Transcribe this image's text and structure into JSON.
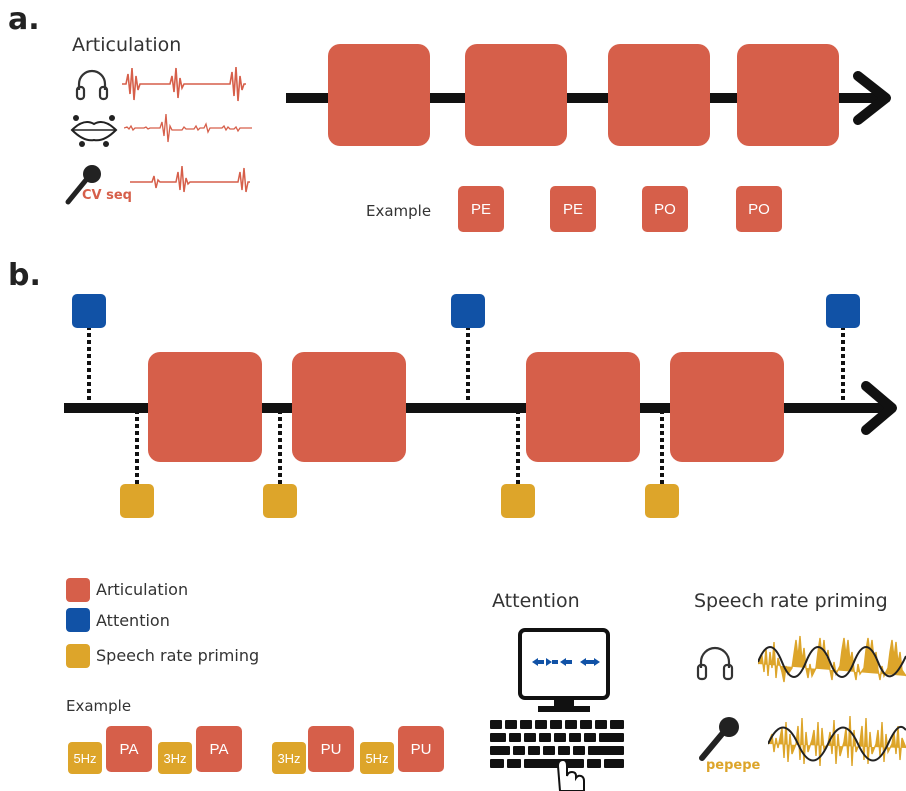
{
  "panel_a": {
    "label": "a.",
    "title": "Articulation",
    "cv_label": "CV seq",
    "example_label": "Example",
    "examples": [
      "PE",
      "PE",
      "PO",
      "PO"
    ]
  },
  "panel_b": {
    "label": "b."
  },
  "legend": {
    "articulation": "Articulation",
    "attention": "Attention",
    "priming": "Speech rate priming",
    "example_label": "Example",
    "example_items": [
      {
        "rate": "5Hz",
        "syllable": "PA"
      },
      {
        "rate": "3Hz",
        "syllable": "PA"
      },
      {
        "rate": "3Hz",
        "syllable": "PU"
      },
      {
        "rate": "5Hz",
        "syllable": "PU"
      }
    ]
  },
  "attention_panel": {
    "title": "Attention"
  },
  "priming_panel": {
    "title": "Speech rate priming",
    "word": "pepepe"
  },
  "colors": {
    "articulation": "#d65f4a",
    "attention": "#1152a6",
    "priming": "#dda52a",
    "line": "#111111"
  },
  "icons": [
    "headphones-icon",
    "lips-icon",
    "microphone-icon",
    "monitor-icon",
    "keyboard-icon",
    "hand-icon",
    "arrow-icon"
  ]
}
